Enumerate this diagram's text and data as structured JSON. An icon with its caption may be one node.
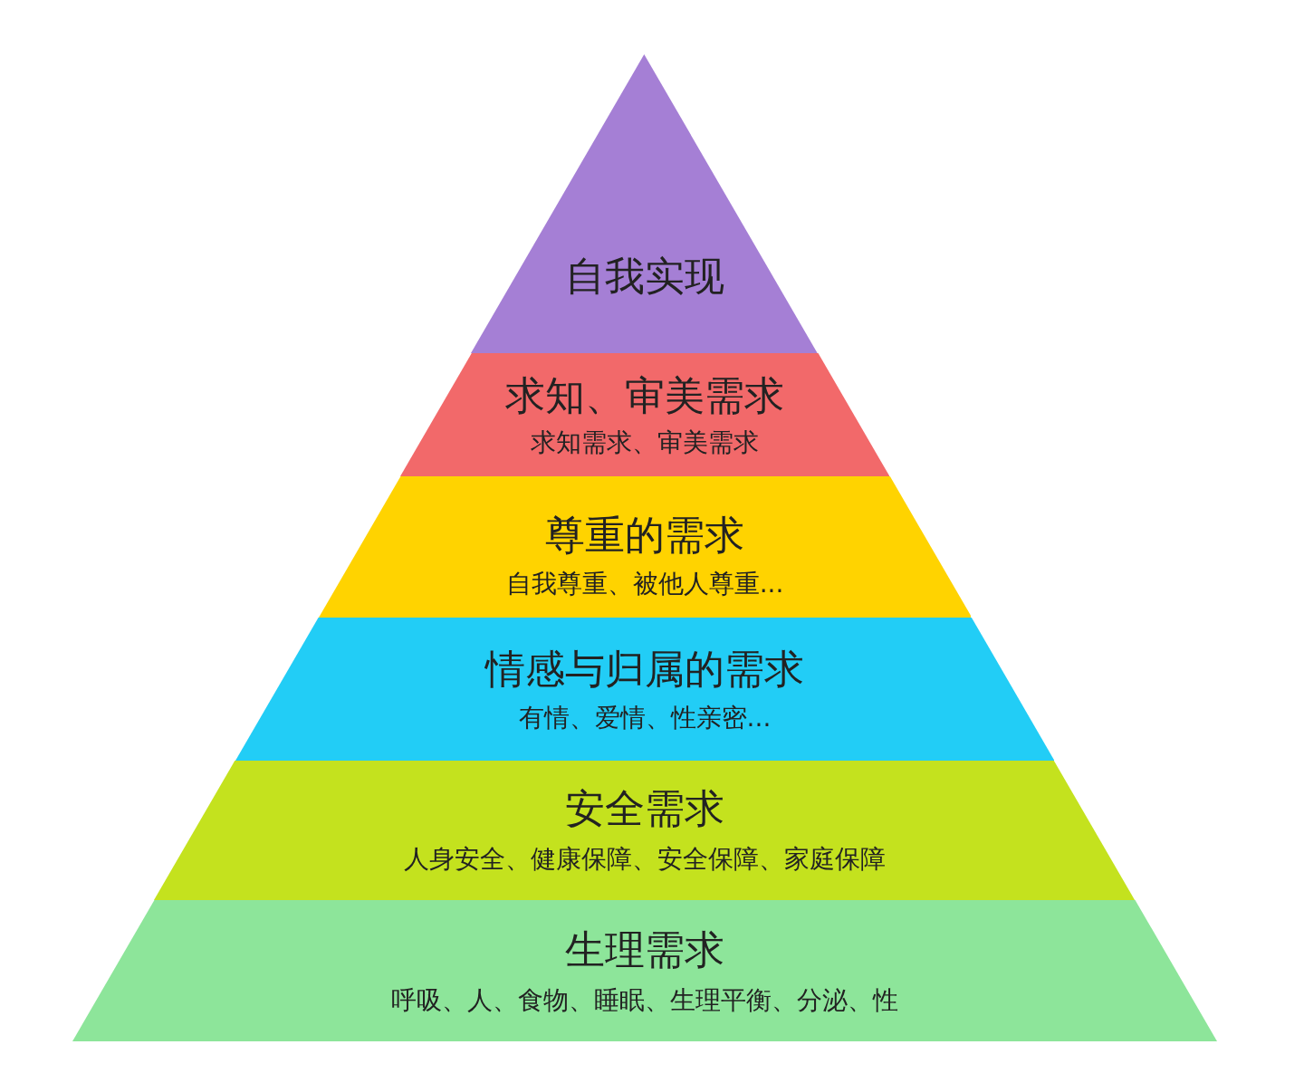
{
  "diagram": {
    "nodes": [
      {
        "text": [
          "自我实现"
        ]
      },
      {
        "text": [
          "求知、审美需求",
          "求知需求、审美需求"
        ]
      },
      {
        "text": [
          "尊重的需求",
          "自我尊重、被他人尊重..."
        ]
      },
      {
        "text": [
          "情感与归属的需求",
          "有情、爱情、性亲密..."
        ]
      },
      {
        "text": [
          "安全需求",
          "人身安全、健康保障、安全保障、家庭保障"
        ]
      },
      {
        "text": [
          "生理需求",
          "呼吸、人、食物、睡眠、生理平衡、分泌、性"
        ]
      }
    ]
  }
}
